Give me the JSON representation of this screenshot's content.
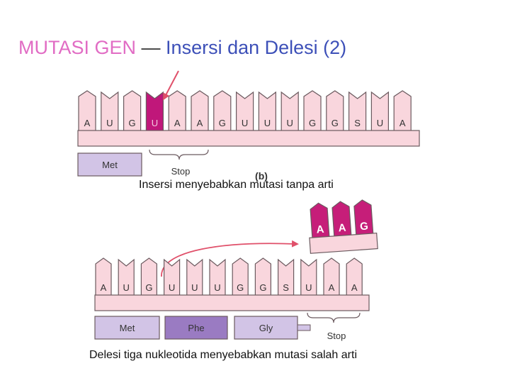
{
  "title": {
    "part1": "MUTASI GEN",
    "dash": "—",
    "part2": "Insersi dan Delesi (2)"
  },
  "panel_top": {
    "bases": [
      "A",
      "U",
      "G",
      "U",
      "A",
      "A",
      "G",
      "U",
      "U",
      "U",
      "G",
      "G",
      "S",
      "U",
      "A"
    ],
    "protein": [
      "Met"
    ],
    "stop_label": "Stop",
    "panel_label": "(b)",
    "caption": "Insersi menyebabkan mutasi tanpa arti"
  },
  "panel_bottom": {
    "bases": [
      "A",
      "U",
      "G",
      "U",
      "U",
      "U",
      "G",
      "G",
      "S",
      "U",
      "A",
      "A"
    ],
    "deleted_bases": [
      "A",
      "A",
      "G"
    ],
    "protein": [
      "Met",
      "Phe",
      "Gly"
    ],
    "stop_label": "Stop",
    "caption": "Delesi tiga nukleotida menyebabkan mutasi salah arti"
  },
  "colors": {
    "strand_fill": "#f9d6dd",
    "strand_stroke": "#6b5a5f",
    "highlight_base": "#c0177a",
    "deleted_base": "#c61e79",
    "protein_light": "#d2c4e6",
    "protein_dark": "#9a7bc2",
    "arrow": "#e0506a"
  }
}
